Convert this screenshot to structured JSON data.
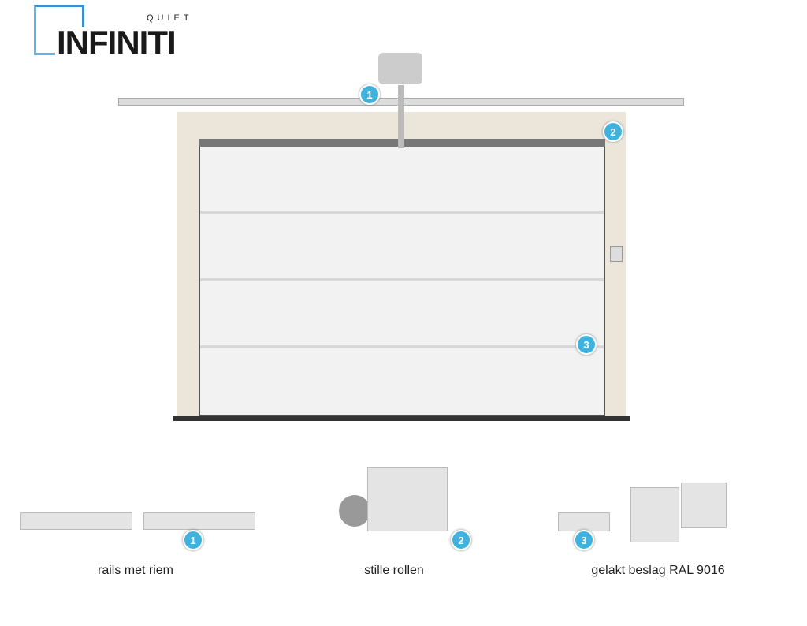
{
  "logo": {
    "top": "QUIET",
    "main": "INFINITI"
  },
  "badges": [
    "1",
    "2",
    "3"
  ],
  "captions": [
    "rails met riem",
    "stille rollen",
    "gelakt beslag RAL 9016"
  ],
  "colors": {
    "badge": "#3fb3dd",
    "logo_blue": "#3a8fd0"
  }
}
